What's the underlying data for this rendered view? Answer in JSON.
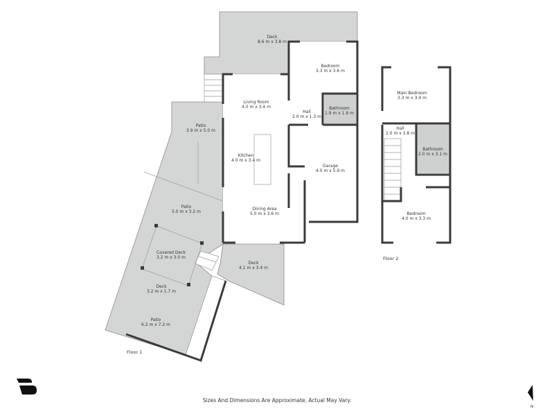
{
  "floors": [
    {
      "label": "Floor 1",
      "rooms": [
        {
          "name": "Deck",
          "size": "8.6 m x 3.8 m"
        },
        {
          "name": "Bedroom",
          "size": "3.3 m x 3.6 m"
        },
        {
          "name": "Living Room",
          "size": "4.0 m x 3.4 m"
        },
        {
          "name": "Hall",
          "size": "2.0 m x 1.3 m"
        },
        {
          "name": "Bathroom",
          "size": "1.9 m x 1.9 m"
        },
        {
          "name": "Patio",
          "size": "3.9 m x 5.0 m"
        },
        {
          "name": "Kitchen",
          "size": "4.0 m x 3.4 m"
        },
        {
          "name": "Garage",
          "size": "4.0 m x 5.9 m"
        },
        {
          "name": "Patio",
          "size": "5.0 m x 3.2 m"
        },
        {
          "name": "Dining Area",
          "size": "5.0 m x 3.6 m"
        },
        {
          "name": "Covered Deck",
          "size": "3.2 m x 3.0 m"
        },
        {
          "name": "Deck",
          "size": "4.1 m x 3.4 m"
        },
        {
          "name": "Deck",
          "size": "3.2 m x 1.7 m"
        },
        {
          "name": "Patio",
          "size": "6.2 m x 7.2 m"
        }
      ]
    },
    {
      "label": "Floor 2",
      "rooms": [
        {
          "name": "Main Bedroom",
          "size": "3.3 m x 3.4 m"
        },
        {
          "name": "Hall",
          "size": "2.0 m x 3.8 m"
        },
        {
          "name": "Bathroom",
          "size": "2.0 m x 3.1 m"
        },
        {
          "name": "Bedroom",
          "size": "4.0 m x 3.3 m"
        }
      ]
    }
  ],
  "disclaimer": "Sizes And Dimensions Are Approximate, Actual May Vary.",
  "compass": {
    "label": "N",
    "icon": "north-arrow-icon"
  },
  "logo": {
    "icon": "brand-logo-icon"
  },
  "colors": {
    "wall": "#3a3a3a",
    "outdoor_fill": "#d4d6d5",
    "wet_area_fill": "#cfd1d0"
  }
}
